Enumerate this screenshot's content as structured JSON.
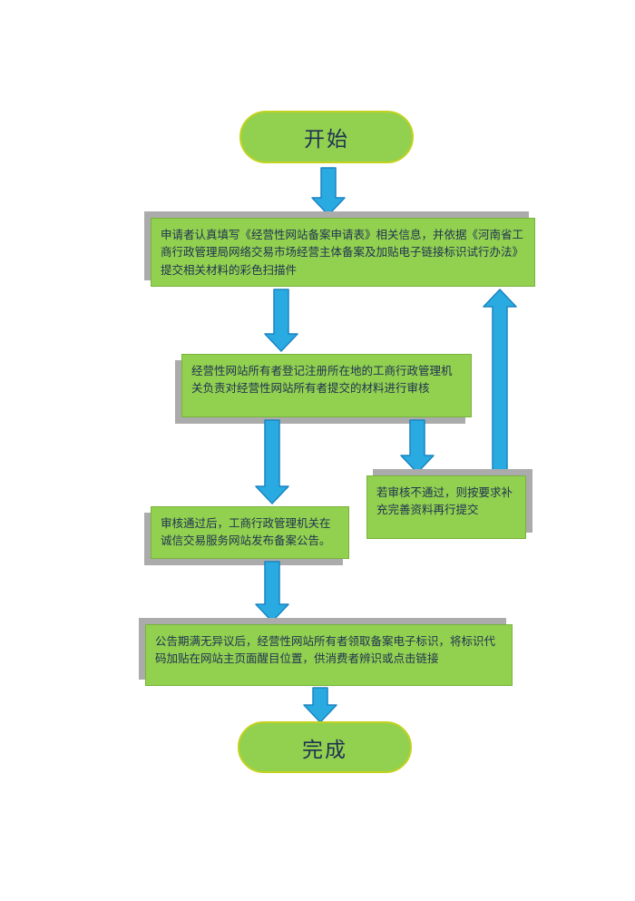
{
  "flowchart": {
    "terminals": {
      "start": "开始",
      "end": "完成"
    },
    "steps": [
      {
        "id": "step1",
        "text": "申请者认真填写《经营性网站备案申请表》相关信息，并依据《河南省工商行政管理局网络交易市场经营主体备案及加贴电子链接标识试行办法》提交相关材料的彩色扫描件"
      },
      {
        "id": "step2",
        "text": "经营性网站所有者登记注册所在地的工商行政管理机关负责对经营性网站所有者提交的材料进行审核"
      },
      {
        "id": "step3",
        "text": "审核通过后，工商行政管理机关在诚信交易服务网站发布备案公告。"
      },
      {
        "id": "step4",
        "text": "若审核不通过，则按要求补充完善资料再行提交"
      },
      {
        "id": "step5",
        "text": "公告期满无异议后，经营性网站所有者领取备案电子标识，将标识代码加贴在网站主页面醒目位置，供消费者辨识或点击链接"
      }
    ],
    "edges": [
      {
        "from": "start",
        "to": "step1",
        "direction": "down"
      },
      {
        "from": "step1",
        "to": "step2",
        "direction": "down"
      },
      {
        "from": "step2",
        "to": "step3",
        "direction": "down"
      },
      {
        "from": "step2",
        "to": "step4",
        "direction": "down"
      },
      {
        "from": "step4",
        "to": "step1",
        "direction": "up"
      },
      {
        "from": "step3",
        "to": "step5",
        "direction": "down"
      },
      {
        "from": "step5",
        "to": "end",
        "direction": "down"
      }
    ],
    "colors": {
      "node_fill": "#92d050",
      "node_border": "#77b33c",
      "terminal_border": "#c3d21f",
      "shadow": "#ababab",
      "arrow_fill": "#29abe2",
      "arrow_stroke": "#1a84c2",
      "text": "#1f3250"
    }
  }
}
